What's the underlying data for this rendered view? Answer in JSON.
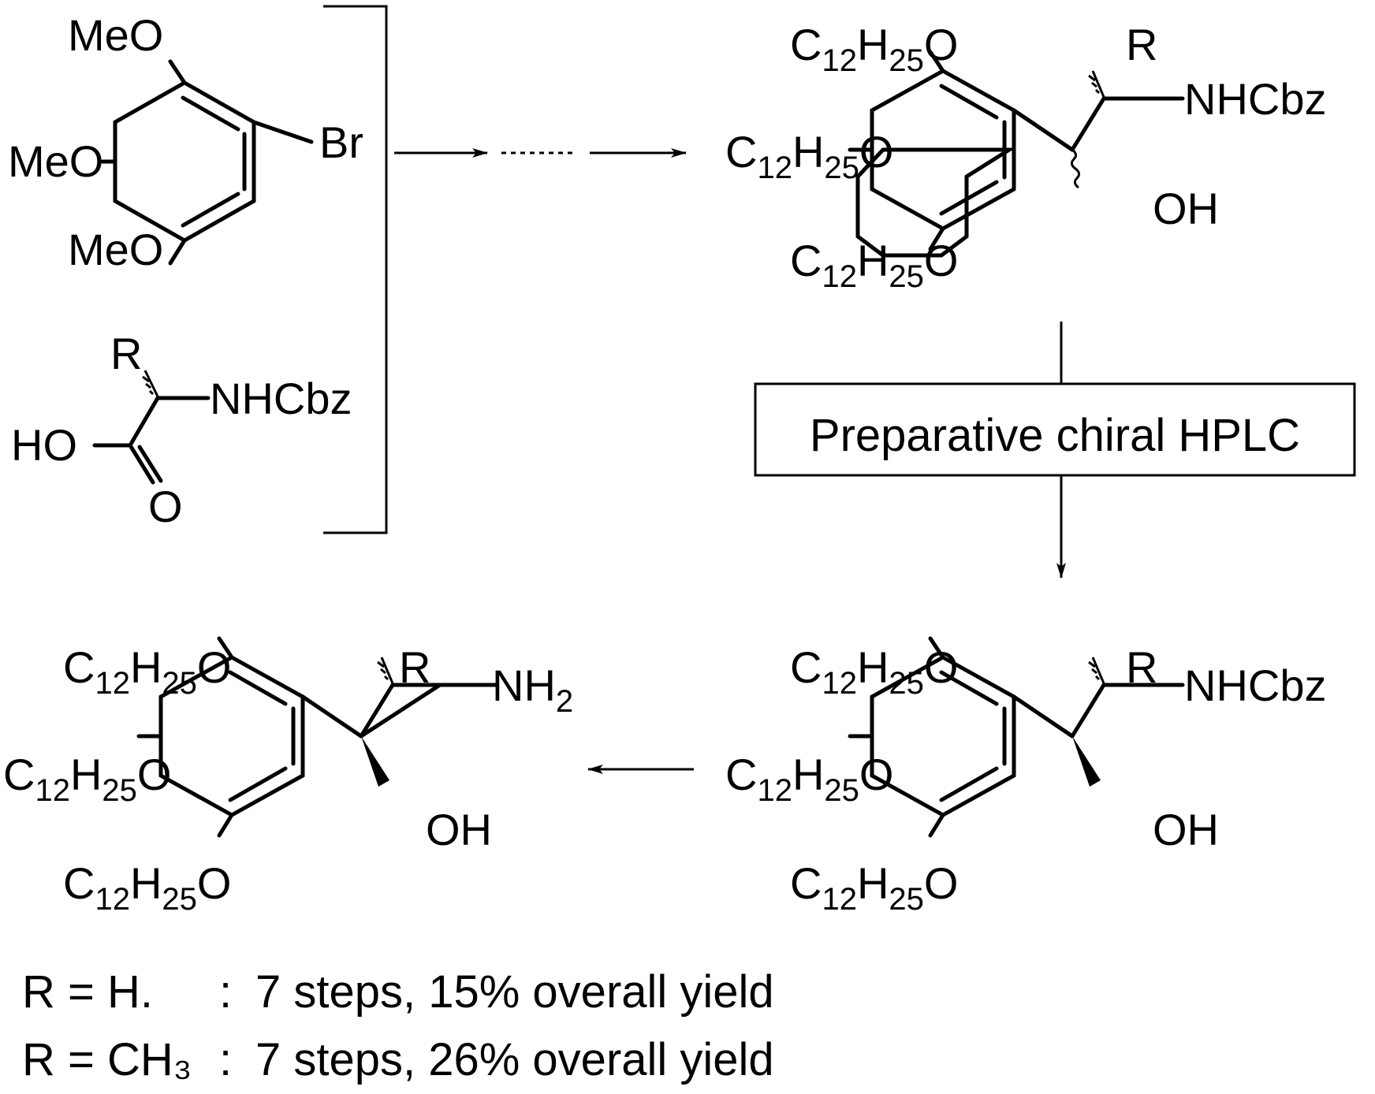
{
  "labels": {
    "meo": "MeO",
    "br": "Br",
    "r": "R",
    "nhcbz": "NHCbz",
    "ho": "HO",
    "o": "O",
    "oh": "OH",
    "nh": "NH",
    "two": "2",
    "c": "C",
    "h": "H",
    "c_sub": "12",
    "h_sub": "25"
  },
  "steps": {
    "hplc": "Preparative chiral HPLC"
  },
  "notes": [
    {
      "r": "R = H.",
      "sep": ":",
      "text": "7 steps, 15% overall yield"
    },
    {
      "r": "R = CH₃",
      "sep": ":",
      "text": "7 steps, 26% overall yield"
    }
  ]
}
